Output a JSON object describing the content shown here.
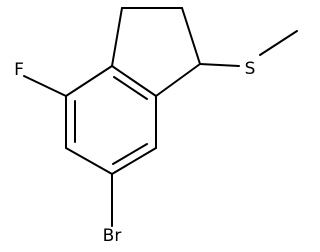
{
  "structure": {
    "atom_labels": {
      "fluorine": "F",
      "sulfur": "S",
      "bromine": "Br"
    }
  },
  "style": {
    "line_color": "#000000",
    "background": "#ffffff"
  }
}
